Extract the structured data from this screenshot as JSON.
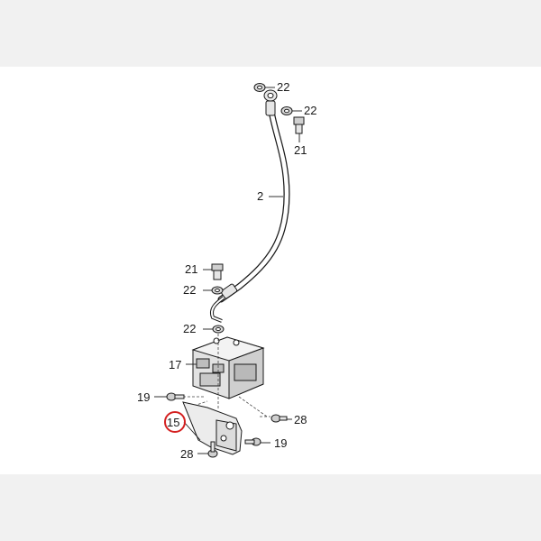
{
  "diagram": {
    "callouts": [
      {
        "id": "c22a",
        "text": "22"
      },
      {
        "id": "c22b",
        "text": "22"
      },
      {
        "id": "c21a",
        "text": "21"
      },
      {
        "id": "c2",
        "text": "2"
      },
      {
        "id": "c21b",
        "text": "21"
      },
      {
        "id": "c22c",
        "text": "22"
      },
      {
        "id": "c22d",
        "text": "22"
      },
      {
        "id": "c17",
        "text": "17"
      },
      {
        "id": "c19a",
        "text": "19"
      },
      {
        "id": "c15",
        "text": "15"
      },
      {
        "id": "c28a",
        "text": "28"
      },
      {
        "id": "c19b",
        "text": "19"
      },
      {
        "id": "c28b",
        "text": "28"
      }
    ],
    "highlight_color": "#d42020"
  }
}
